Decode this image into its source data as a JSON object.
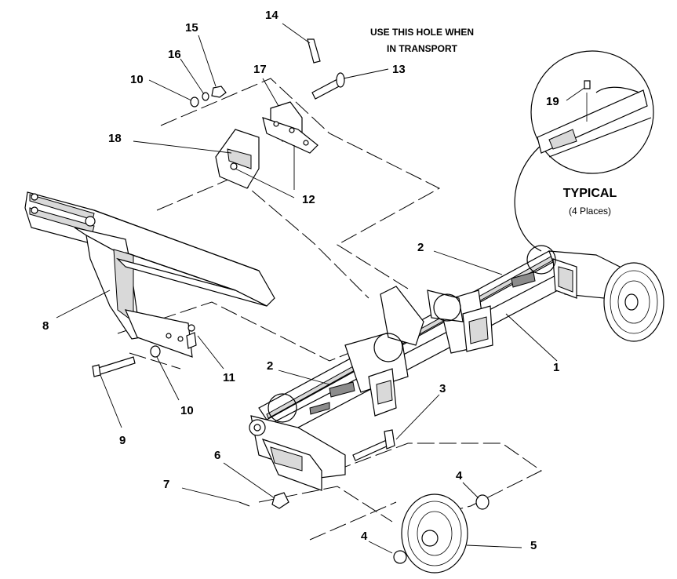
{
  "callouts": {
    "c1": "1",
    "c2a": "2",
    "c2b": "2",
    "c3": "3",
    "c4a": "4",
    "c4b": "4",
    "c5": "5",
    "c6": "6",
    "c7": "7",
    "c8": "8",
    "c9": "9",
    "c10a": "10",
    "c10b": "10",
    "c11": "11",
    "c12": "12",
    "c13": "13",
    "c14": "14",
    "c15": "15",
    "c16": "16",
    "c17": "17",
    "c18": "18",
    "c19": "19"
  },
  "notes": {
    "transport_line1": "USE THIS HOLE WHEN",
    "transport_line2": "IN TRANSPORT",
    "typical_title": "TYPICAL",
    "typical_sub": "(4 Places)"
  }
}
